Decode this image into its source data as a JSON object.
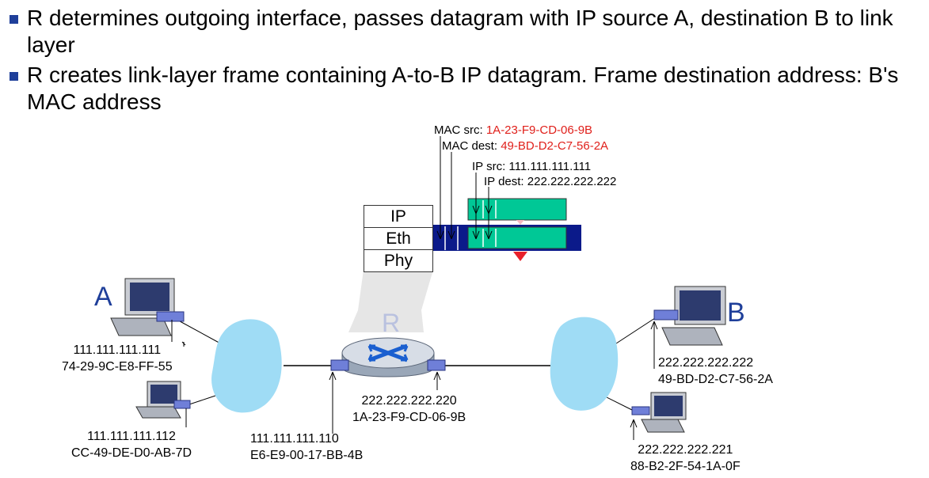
{
  "bullets": [
    "R determines outgoing interface, passes datagram with IP source A, destination B to link layer",
    "R creates link-layer frame containing A-to-B IP datagram. Frame destination address: B's MAC address"
  ],
  "frame": {
    "mac_src_label": "MAC src: ",
    "mac_src_value": "1A-23-F9-CD-06-9B",
    "mac_dest_label": "MAC dest: ",
    "mac_dest_value": "49-BD-D2-C7-56-2A",
    "ip_src": "IP src: 111.111.111.111",
    "ip_dest": "IP dest: 222.222.222.222"
  },
  "stack": [
    "IP",
    "Eth",
    "Phy"
  ],
  "router": {
    "label": "R"
  },
  "hosts": {
    "a": {
      "letter": "A",
      "ip": "111.111.111.111",
      "mac": "74-29-9C-E8-FF-55"
    },
    "a2": {
      "ip": "111.111.111.112",
      "mac": "CC-49-DE-D0-AB-7D"
    },
    "b": {
      "letter": "B",
      "ip": "222.222.222.222",
      "mac": "49-BD-D2-C7-56-2A"
    },
    "b2": {
      "ip": "222.222.222.221",
      "mac": "88-B2-2F-54-1A-0F"
    }
  },
  "router_left": {
    "ip": "111.111.111.110",
    "mac": "E6-E9-00-17-BB-4B"
  },
  "router_right": {
    "ip": "222.222.222.220",
    "mac": "1A-23-F9-CD-06-9B"
  },
  "colors": {
    "frame_blue": "#0b1a8a",
    "datagram_green": "#00c896",
    "cloud": "#9fdcf5",
    "text_red": "#e0201b",
    "accent_blue": "#1f3f9a"
  }
}
